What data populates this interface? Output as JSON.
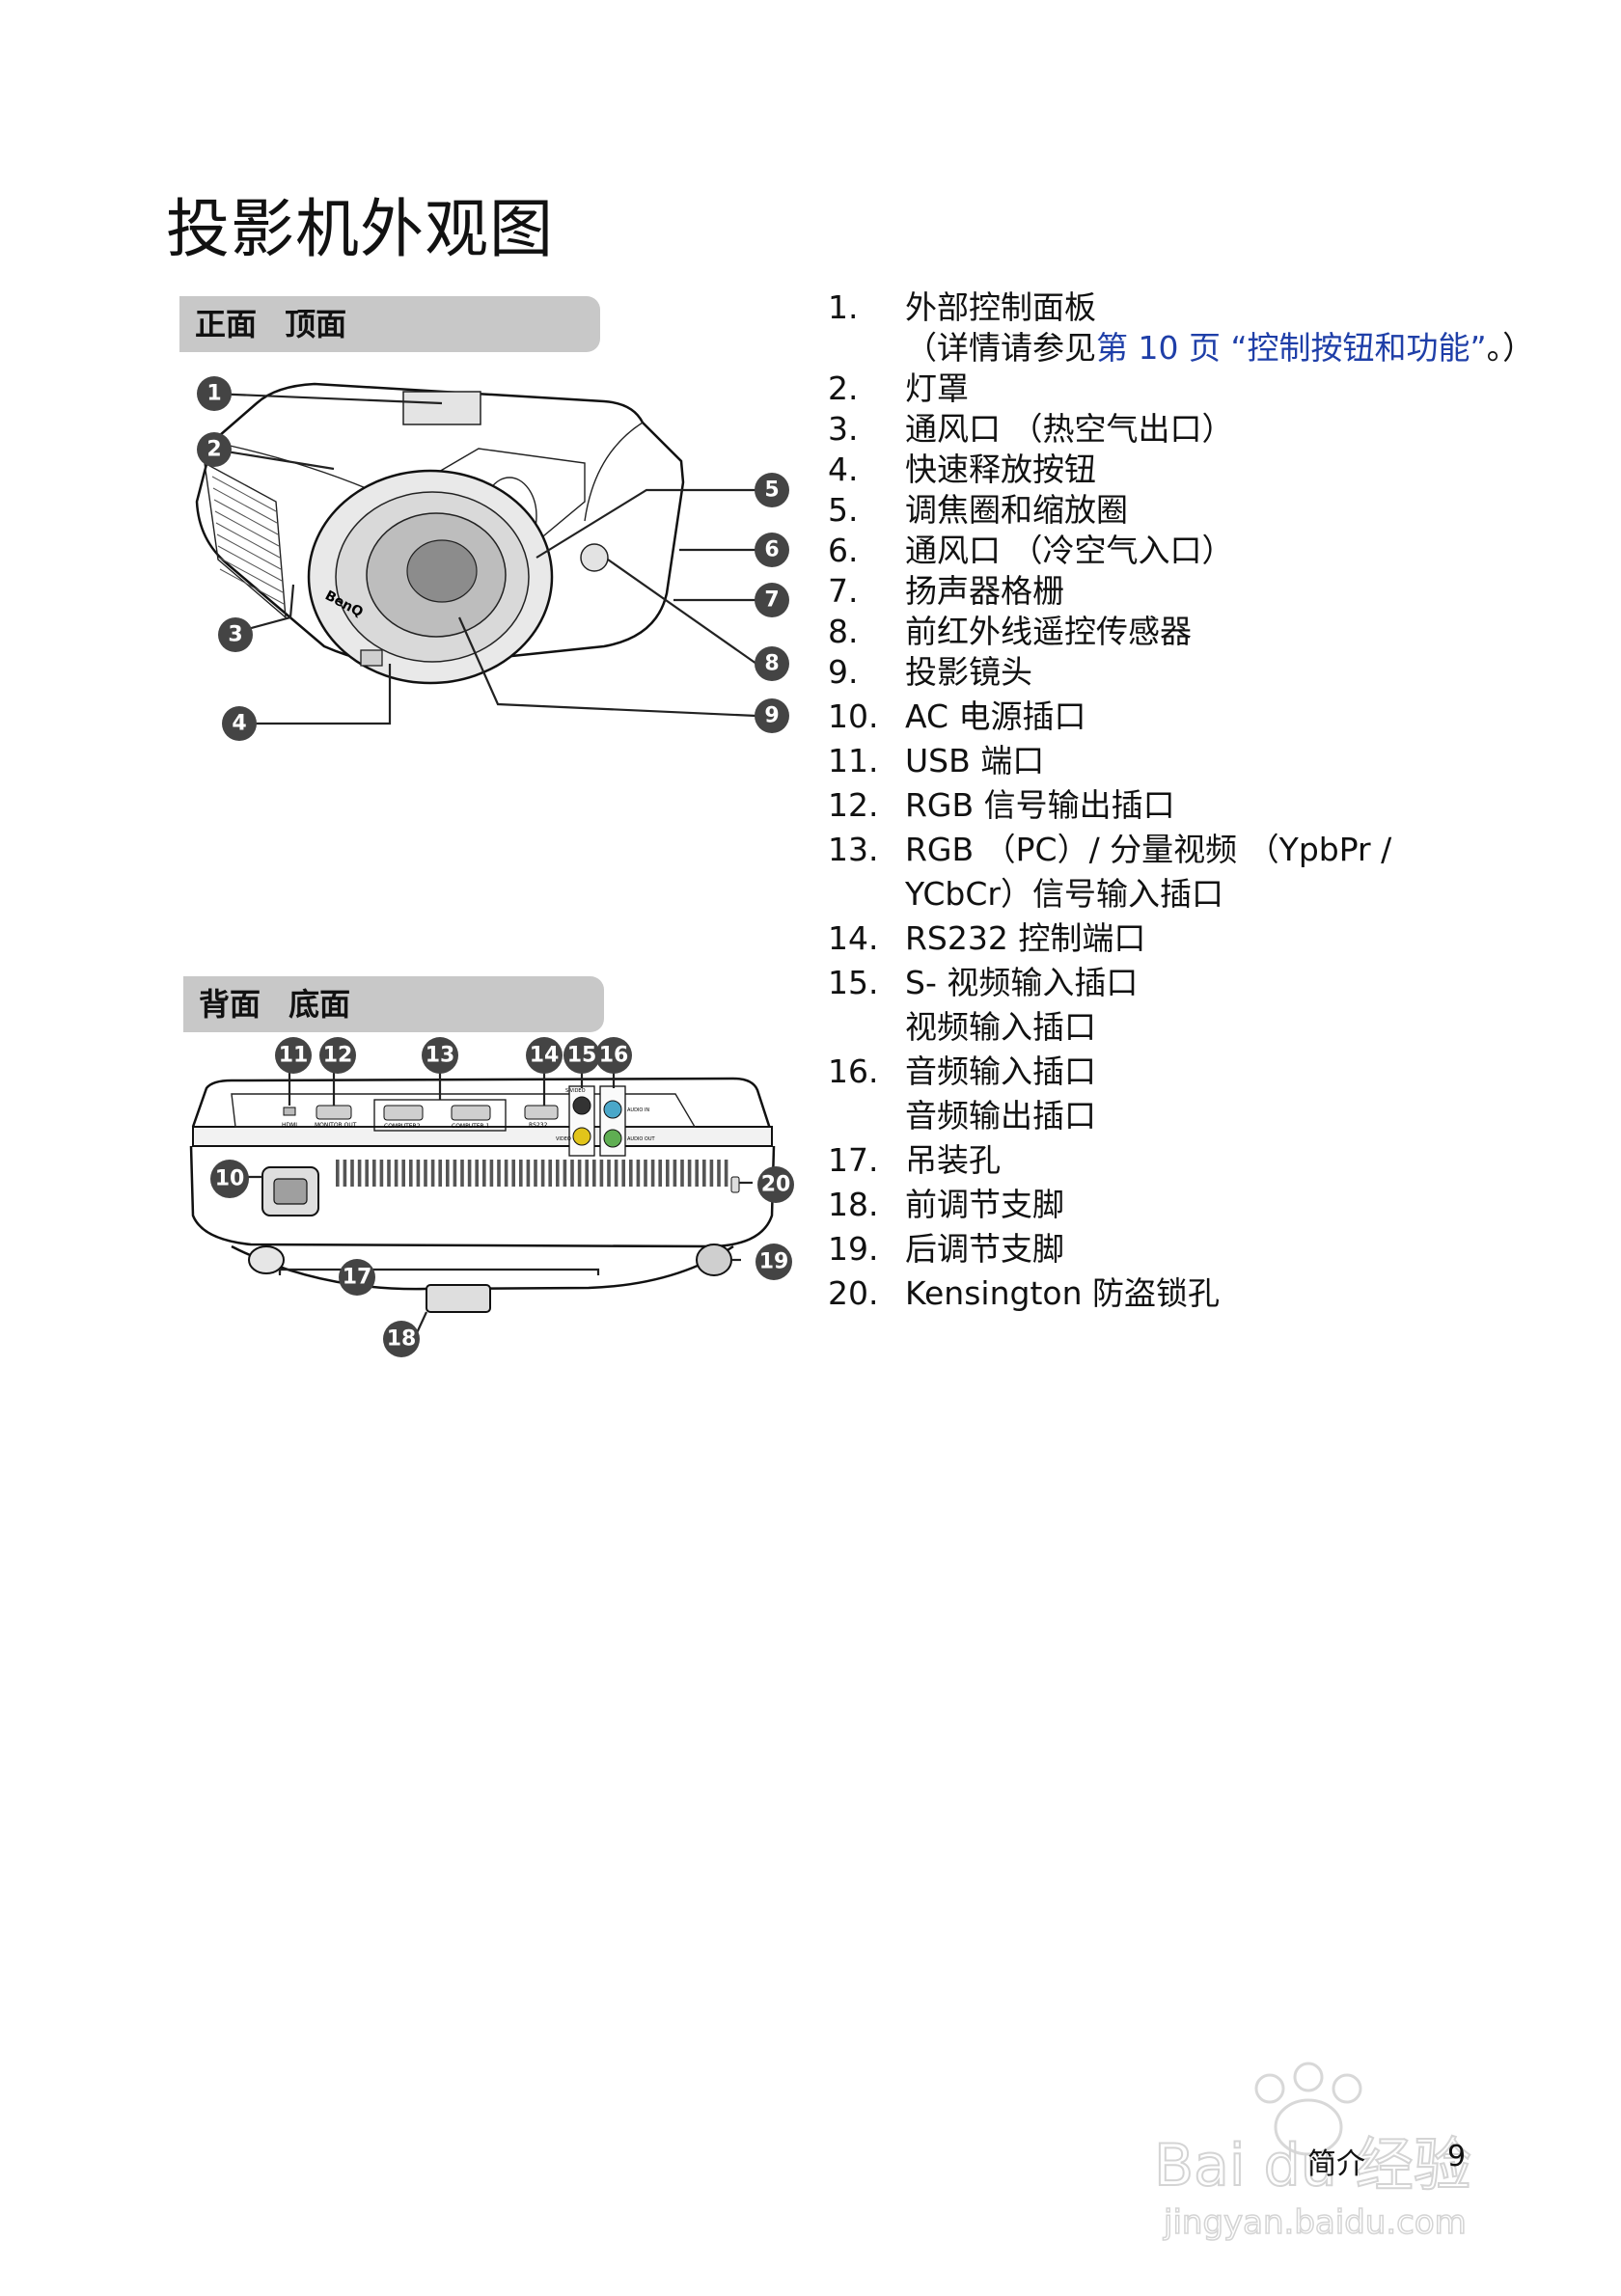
{
  "page": {
    "title": "投影机外观图",
    "section_front": "正面 顶面",
    "section_back": "背面 底面",
    "footer_label": "简介",
    "footer_page": "9"
  },
  "front_callouts": [
    "1",
    "2",
    "3",
    "4",
    "5",
    "6",
    "7",
    "8",
    "9"
  ],
  "back_callouts": [
    "10",
    "11",
    "12",
    "13",
    "14",
    "15",
    "16",
    "17",
    "18",
    "19",
    "20"
  ],
  "projector_labels": {
    "brand": "BenQ",
    "hdmi": "HDMI",
    "monitor_out": "MONITOR OUT",
    "computer2": "COMPUTER2",
    "computer1": "COMPUTER 1",
    "rs232": "RS232",
    "s_video": "S-VIDEO",
    "video": "VIDEO",
    "audio_in": "AUDIO IN",
    "audio_out": "AUDIO OUT"
  },
  "list": [
    {
      "num": "1.",
      "text": "外部控制面板"
    },
    {
      "num": "",
      "text_pre": "（详情请参见",
      "link": "第 10 页 “控制按钮和功能”",
      "text_post": "。）"
    },
    {
      "num": "2.",
      "text": "灯罩"
    },
    {
      "num": "3.",
      "text": "通风口 （热空气出口）"
    },
    {
      "num": "4.",
      "text": "快速释放按钮"
    },
    {
      "num": "5.",
      "text": "调焦圈和缩放圈"
    },
    {
      "num": "6.",
      "text": "通风口 （冷空气入口）"
    },
    {
      "num": "7.",
      "text": "扬声器格栅"
    },
    {
      "num": "8.",
      "text": "前红外线遥控传感器"
    },
    {
      "num": "9.",
      "text": "投影镜头"
    },
    {
      "num": "10.",
      "text": "AC 电源插口"
    },
    {
      "num": "11.",
      "text": "USB 端口"
    },
    {
      "num": "12.",
      "text": "RGB 信号输出插口"
    },
    {
      "num": "13.",
      "text": "RGB （PC）/ 分量视频 （YpbPr /"
    },
    {
      "num": "",
      "text": "YCbCr）信号输入插口"
    },
    {
      "num": "14.",
      "text": "RS232 控制端口"
    },
    {
      "num": "15.",
      "text": "S- 视频输入插口"
    },
    {
      "num": "",
      "text": "视频输入插口"
    },
    {
      "num": "16.",
      "text": "音频输入插口"
    },
    {
      "num": "",
      "text": "音频输出插口"
    },
    {
      "num": "17.",
      "text": "吊装孔"
    },
    {
      "num": "18.",
      "text": "前调节支脚"
    },
    {
      "num": "19.",
      "text": "后调节支脚"
    },
    {
      "num": "20.",
      "text": "Kensington 防盗锁孔"
    }
  ],
  "watermark": {
    "logo": "Bai du 经验",
    "url": "jingyan.baidu.com"
  },
  "colors": {
    "link": "#1f3fa8",
    "section_bar": "#c8c8c8",
    "callout": "#444444"
  }
}
